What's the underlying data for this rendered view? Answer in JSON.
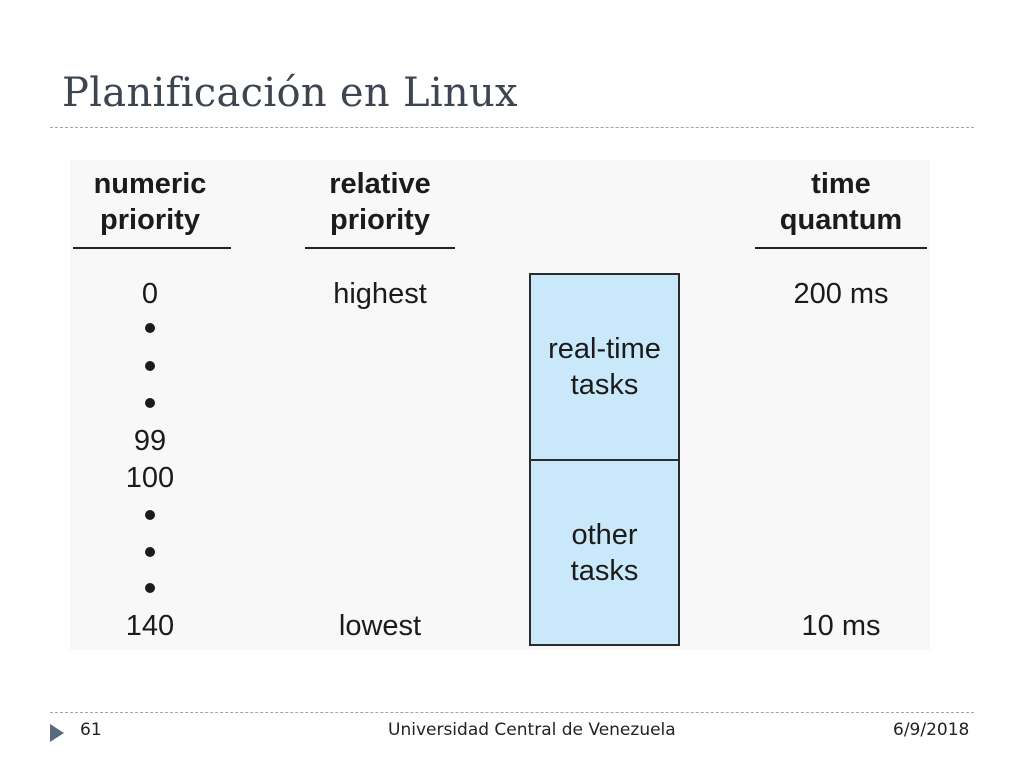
{
  "slide": {
    "title": "Planificación en Linux"
  },
  "figure": {
    "headers": {
      "numeric_priority": [
        "numeric",
        "priority"
      ],
      "relative_priority": [
        "relative",
        "priority"
      ],
      "time_quantum": [
        "time",
        "quantum"
      ]
    },
    "numeric": {
      "top": "0",
      "rt_max": "99",
      "other_min": "100",
      "bottom": "140"
    },
    "relative": {
      "top": "highest",
      "bottom": "lowest"
    },
    "boxes": {
      "realtime": [
        "real-time",
        "tasks"
      ],
      "other": [
        "other",
        "tasks"
      ]
    },
    "quantum": {
      "top": "200 ms",
      "bottom": "10 ms"
    },
    "colors": {
      "box_fill": "#c9e8fa",
      "title": "#3d4650"
    }
  },
  "footer": {
    "page_number": "61",
    "institution": "Universidad Central de Venezuela",
    "date": "6/9/2018"
  }
}
